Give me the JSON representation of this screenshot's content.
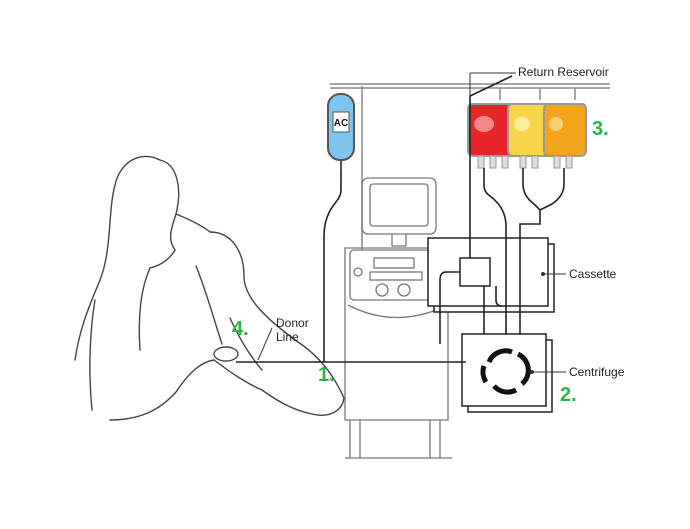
{
  "bag_label": "AC",
  "labels": {
    "return_reservoir": "Return Reservoir",
    "cassette": "Cassette",
    "centrifuge": "Centrifuge",
    "donor_line": "Donor\nLine"
  },
  "steps": {
    "one": "1.",
    "two": "2.",
    "three": "3.",
    "four": "4."
  },
  "colors": {
    "accent_green": "#2bb34a",
    "bag_red": "#e8262a",
    "bag_yellow": "#f8d448",
    "bag_orange": "#f2a51c",
    "ac_bag": "#7fc4ec",
    "line": "#222222",
    "outline": "#555555"
  }
}
